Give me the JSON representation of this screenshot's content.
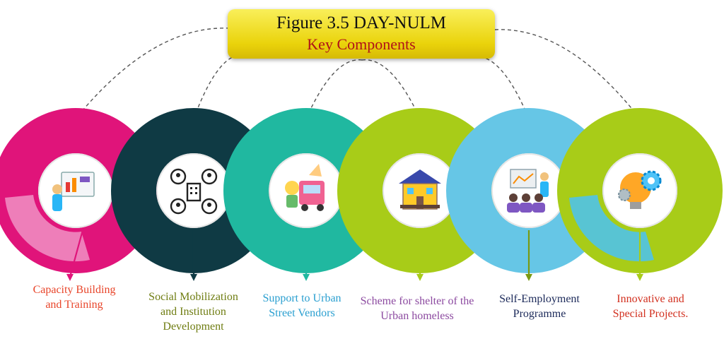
{
  "title": {
    "line1": "Figure 3.5 DAY-NULM",
    "line2": "Key Components"
  },
  "components": [
    {
      "icon": "presentation-training-icon",
      "color": "#e0147a",
      "light": "#f089c0",
      "label_lines": [
        "Capacity Building",
        "and Training"
      ],
      "label_color": "#e8452a"
    },
    {
      "icon": "community-network-icon",
      "color": "#0f3a44",
      "light": "#0f3a44",
      "label_lines": [
        "Social Mobilization",
        "and Institution",
        "Development"
      ],
      "label_color": "#6f7d12"
    },
    {
      "icon": "street-vendor-cart-icon",
      "color": "#20b8a0",
      "light": "#20b8a0",
      "label_lines": [
        "Support to Urban",
        "Street Vendors"
      ],
      "label_color": "#2a9fd0"
    },
    {
      "icon": "shelter-house-icon",
      "color": "#a8cc18",
      "light": "#a8cc18",
      "label_lines": [
        "Scheme for shelter of the",
        "Urban homeless"
      ],
      "label_color": "#8c4aa0"
    },
    {
      "icon": "self-employment-presentation-icon",
      "color": "#66c6e6",
      "light": "#66c6e6",
      "label_lines": [
        "Self-Employment",
        "Programme"
      ],
      "label_color": "#1c2a5a"
    },
    {
      "icon": "innovation-bulb-gears-icon",
      "color": "#a8cc18",
      "light": "#4fc3e8",
      "label_lines": [
        "Innovative and",
        "Special Projects."
      ],
      "label_color": "#d2301f"
    }
  ]
}
